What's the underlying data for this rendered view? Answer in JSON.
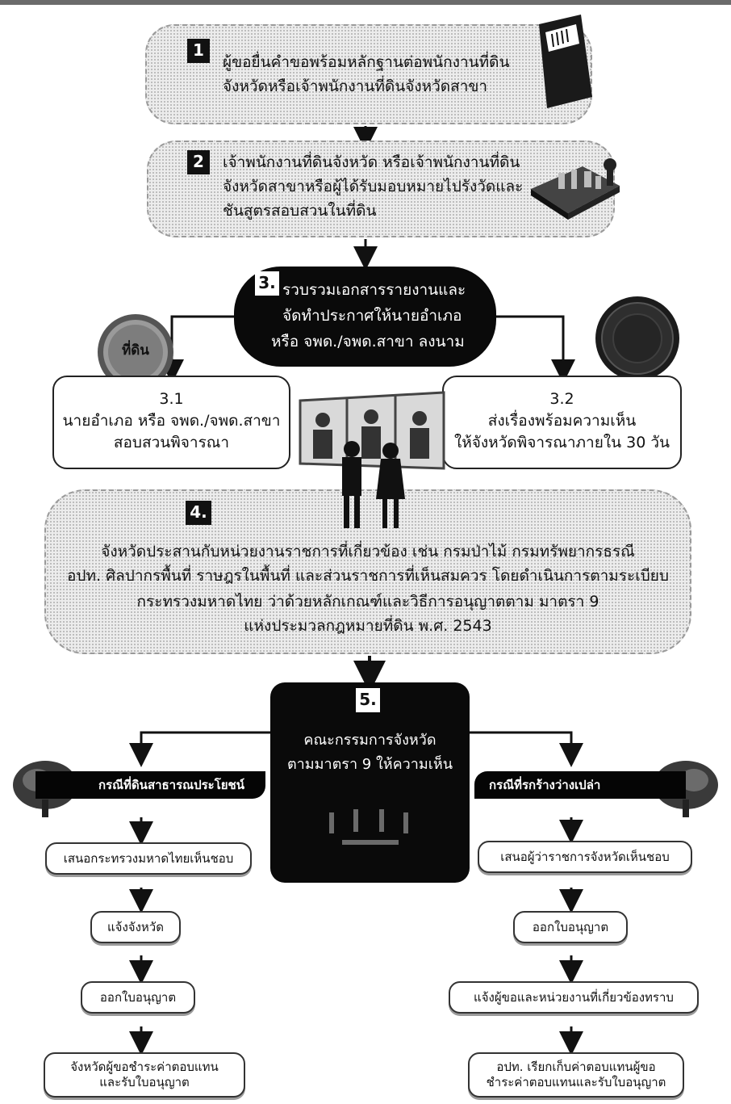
{
  "steps": {
    "s1": {
      "num": "1",
      "line1": "ผู้ขอยื่นคำขอพร้อมหลักฐานต่อพนักงานที่ดิน",
      "line2": "จังหวัดหรือเจ้าพนักงานที่ดินจังหวัดสาขา"
    },
    "s2": {
      "num": "2",
      "line1": "เจ้าพนักงานที่ดินจังหวัด หรือเจ้าพนักงานที่ดิน",
      "line2": "จังหวัดสาขาหรือผู้ได้รับมอบหมายไปรังวัดและ",
      "line3": "ชันสูตรสอบสวนในที่ดิน"
    },
    "s3": {
      "num": "3.",
      "line1": "รวบรวมเอกสารรายงานและ",
      "line2": "จัดทำประกาศให้นายอำเภอ",
      "line3": "หรือ จพด./จพด.สาขา ลงนาม"
    },
    "s31": {
      "num": "3.1",
      "line1": "นายอำเภอ หรือ จพด./จพด.สาขา",
      "line2": "สอบสวนพิจารณา"
    },
    "s32": {
      "num": "3.2",
      "line1": "ส่งเรื่องพร้อมความเห็น",
      "line2": "ให้จังหวัดพิจารณาภายใน 30 วัน"
    },
    "s4": {
      "num": "4.",
      "line1": "จังหวัดประสานกับหน่วยงานราชการที่เกี่ยวข้อง เช่น กรมป่าไม้ กรมทรัพยากรธรณี",
      "line2": "อปท. ศิลปากรพื้นที่ ราษฎรในพื้นที่ และส่วนราชการที่เห็นสมควร โดยดำเนินการตามระเบียบ",
      "line3": "กระทรวงมหาดไทย ว่าด้วยหลักเกณฑ์และวิธีการอนุญาตตาม มาตรา 9",
      "line4": "แห่งประมวลกฎหมายที่ดิน พ.ศ. 2543"
    },
    "s5": {
      "num": "5.",
      "line1": "คณะกรรมการจังหวัด",
      "line2": "ตามมาตรา 9 ให้ความเห็น"
    }
  },
  "badge_label": "ที่ดิน",
  "left_branch": {
    "header": "กรณีที่ดินสาธารณประโยชน์",
    "items": [
      "เสนอกระทรวงมหาดไทยเห็นชอบ",
      "แจ้งจังหวัด",
      "ออกใบอนุญาต"
    ],
    "final_line1": "จังหวัดผู้ขอชำระค่าตอบแทน",
    "final_line2": "และรับใบอนุญาต"
  },
  "right_branch": {
    "header": "กรณีที่รกร้างว่างเปล่า",
    "items": [
      "เสนอผู้ว่าราชการจังหวัดเห็นชอบ",
      "ออกใบอนุญาต",
      "แจ้งผู้ขอและหน่วยงานที่เกี่ยวข้องทราบ"
    ],
    "final_line1": "อปท. เรียกเก็บค่าตอบแทนผู้ขอ",
    "final_line2": "ชำระค่าตอบแทนและรับใบอนุญาต"
  }
}
